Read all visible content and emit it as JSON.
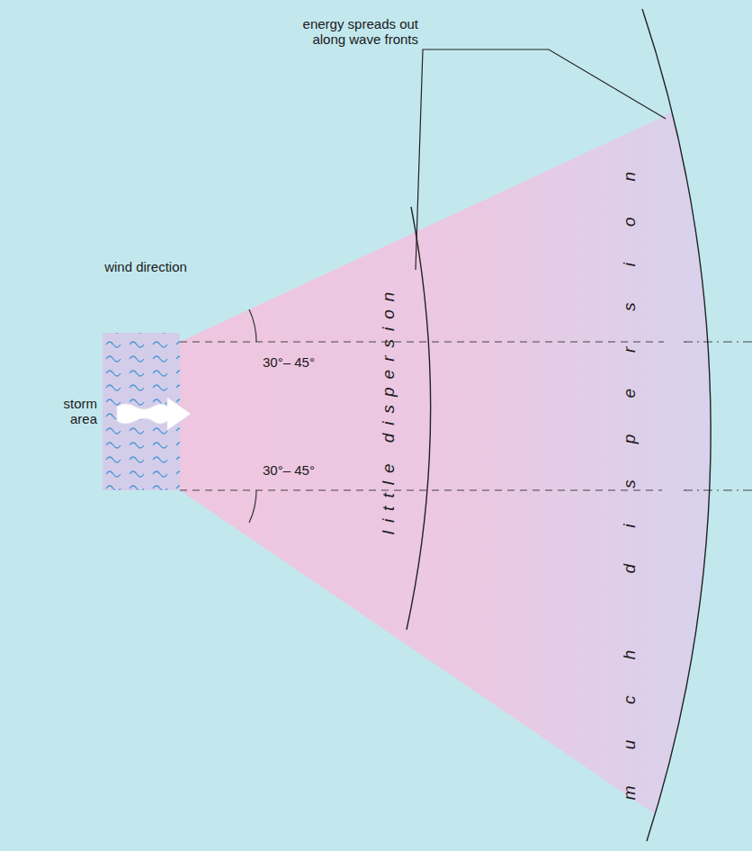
{
  "diagram": {
    "labels": [
      "energy spreads out along wave fronts",
      "wind direction",
      "storm area",
      "30°– 45°",
      "30°– 45°",
      "little dispersion",
      "much dispersion"
    ]
  }
}
